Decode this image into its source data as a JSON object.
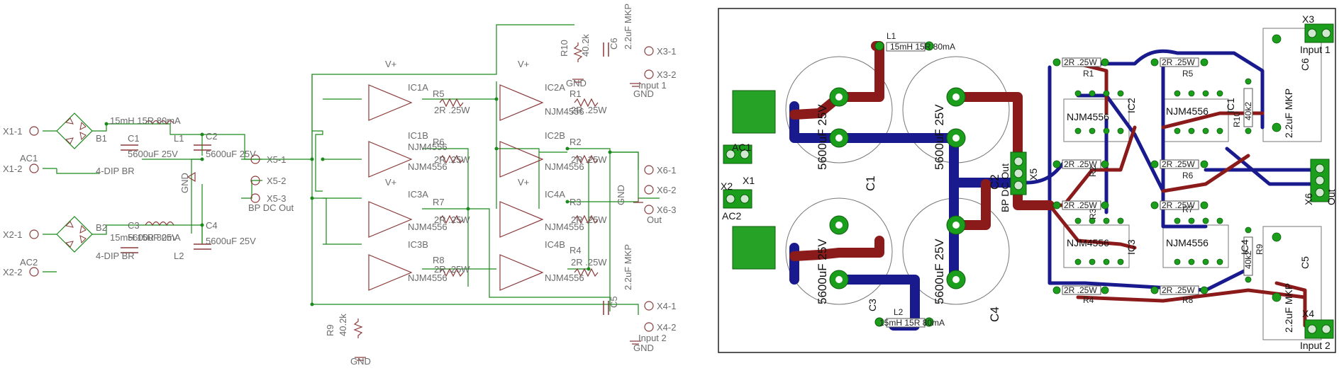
{
  "schematic": {
    "in_ac1": [
      "X1-1",
      "X1-2"
    ],
    "in_ac2": [
      "X2-1",
      "X2-2"
    ],
    "ac_labels": [
      "AC1",
      "AC2"
    ],
    "bridges": [
      "B1",
      "B2"
    ],
    "bridge_type": [
      "4-DIP BR",
      "4-DIP BR"
    ],
    "inductors": [
      "L1",
      "L2"
    ],
    "inductor_values": [
      "15mH 15R 80mA",
      "15mH 15R 80mA"
    ],
    "caps_main": [
      "C1",
      "C2",
      "C3",
      "C4"
    ],
    "cap_main_values": [
      "5600uF 25V",
      "5600uF 25V",
      "5600uF 25V",
      "5600uF 25V"
    ],
    "gnd": "GND",
    "vplus": "V+",
    "dc_out_pins": [
      "X5-1",
      "X5-2",
      "X5-3"
    ],
    "dc_out_pin_nums": [
      "1",
      "2",
      "3"
    ],
    "dc_out_label": "BP DC Out",
    "ic_names": [
      "IC1A",
      "IC1B",
      "IC3A",
      "IC3B",
      "IC2A",
      "IC2B",
      "IC4A",
      "IC4B"
    ],
    "ic_part": "NJM4556",
    "resistors": [
      "R5",
      "R6",
      "R7",
      "R8",
      "R1",
      "R2",
      "R3",
      "R4"
    ],
    "res_value": "2R .25W",
    "r9": [
      "R9",
      "40.2k"
    ],
    "r10": [
      "R10",
      "40.2k"
    ],
    "c5": [
      "C5",
      "2.2uF MKP"
    ],
    "c6": [
      "C6",
      "2.2uF MKP"
    ],
    "x3": [
      "X3-1",
      "X3-2"
    ],
    "input1": "Input 1",
    "x4": [
      "X4-1",
      "X4-2"
    ],
    "input2": "Input 2",
    "x6": [
      "X6-1",
      "X6-2",
      "X6-3"
    ],
    "out": "Out"
  },
  "pcb": {
    "labels": {
      "ac1": "AC1",
      "x1": "X1",
      "x2": "X2",
      "ac2": "AC2",
      "c1": "C1",
      "c2": "C2",
      "c3": "C3",
      "c4": "C4",
      "c5": "C5",
      "c6": "C6",
      "cap_value": "5600uF 25V",
      "l1": "L1",
      "l2": "L2",
      "l_value": "15mH 15R 80mA",
      "x5": "X5",
      "bp_dc_out": "BP DC Out",
      "x3": "X3",
      "input1": "Input 1",
      "x4": "X4",
      "input2": "Input 2",
      "x6": "X6",
      "out": "Out",
      "ic1": "IC1",
      "ic2": "IC2",
      "ic3": "IC3",
      "ic4": "IC4",
      "ic_part": "NJM4556",
      "r1": "R1",
      "r2": "R2",
      "r3": "R3",
      "r4": "R4",
      "r5": "R5",
      "r6": "R6",
      "r7": "R7",
      "r8": "R8",
      "r9": "R9",
      "r10": "R10",
      "res_value": "2R .25W",
      "res_big": "40k2",
      "cap_film": "2.2uF MKP"
    },
    "colors": {
      "top_trace": "#8b1a1a",
      "bottom_trace": "#1a1a8f",
      "pad": "#1b9e1b",
      "transformer": "#26a326"
    }
  }
}
